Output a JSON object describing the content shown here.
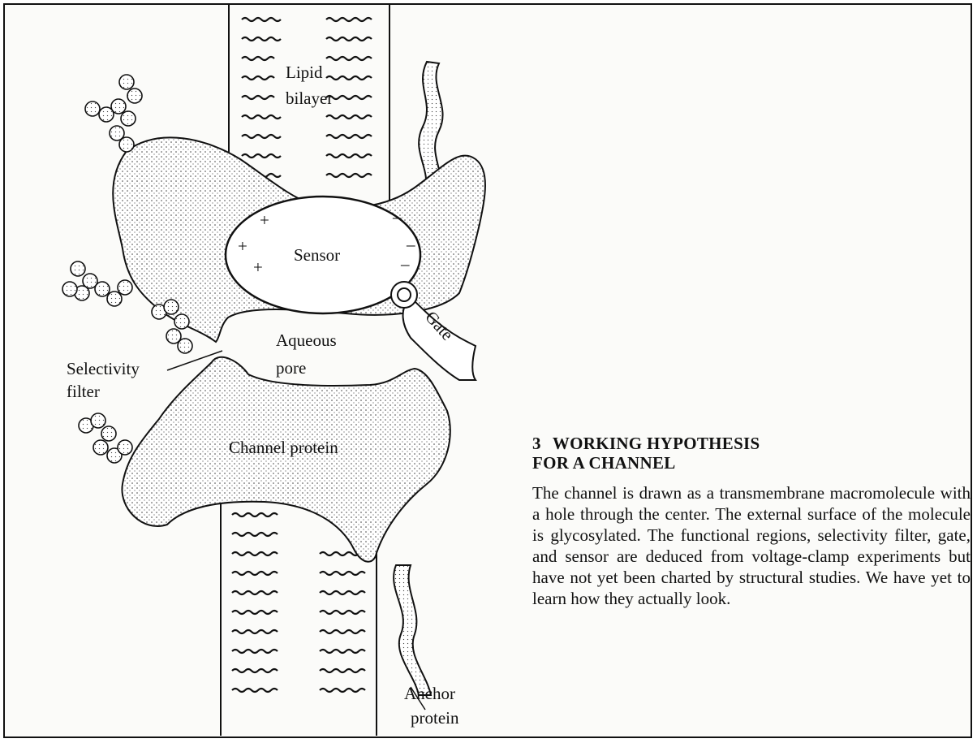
{
  "figure": {
    "labels": {
      "lipid_bilayer": [
        "Lipid",
        "bilayer"
      ],
      "sensor": "Sensor",
      "gate": "Gate",
      "aqueous_pore": [
        "Aqueous",
        "pore"
      ],
      "selectivity_filter": [
        "Selectivity",
        "filter"
      ],
      "channel_protein": "Channel protein",
      "anchor_protein": [
        "Anchor",
        "protein"
      ]
    },
    "charges": {
      "positive": "+",
      "negative": "–"
    }
  },
  "caption": {
    "number": "3",
    "title_line1": "WORKING HYPOTHESIS",
    "title_line2": "FOR A CHANNEL",
    "body": "The channel is drawn as a transmembrane macromolecule with a hole through the center. The external surface of the molecule is glycosylated. The functional regions, selectivity filter, gate, and sensor are deduced from voltage-clamp experiments but have not yet been charted by structural studies. We have yet to learn how they actually look."
  }
}
